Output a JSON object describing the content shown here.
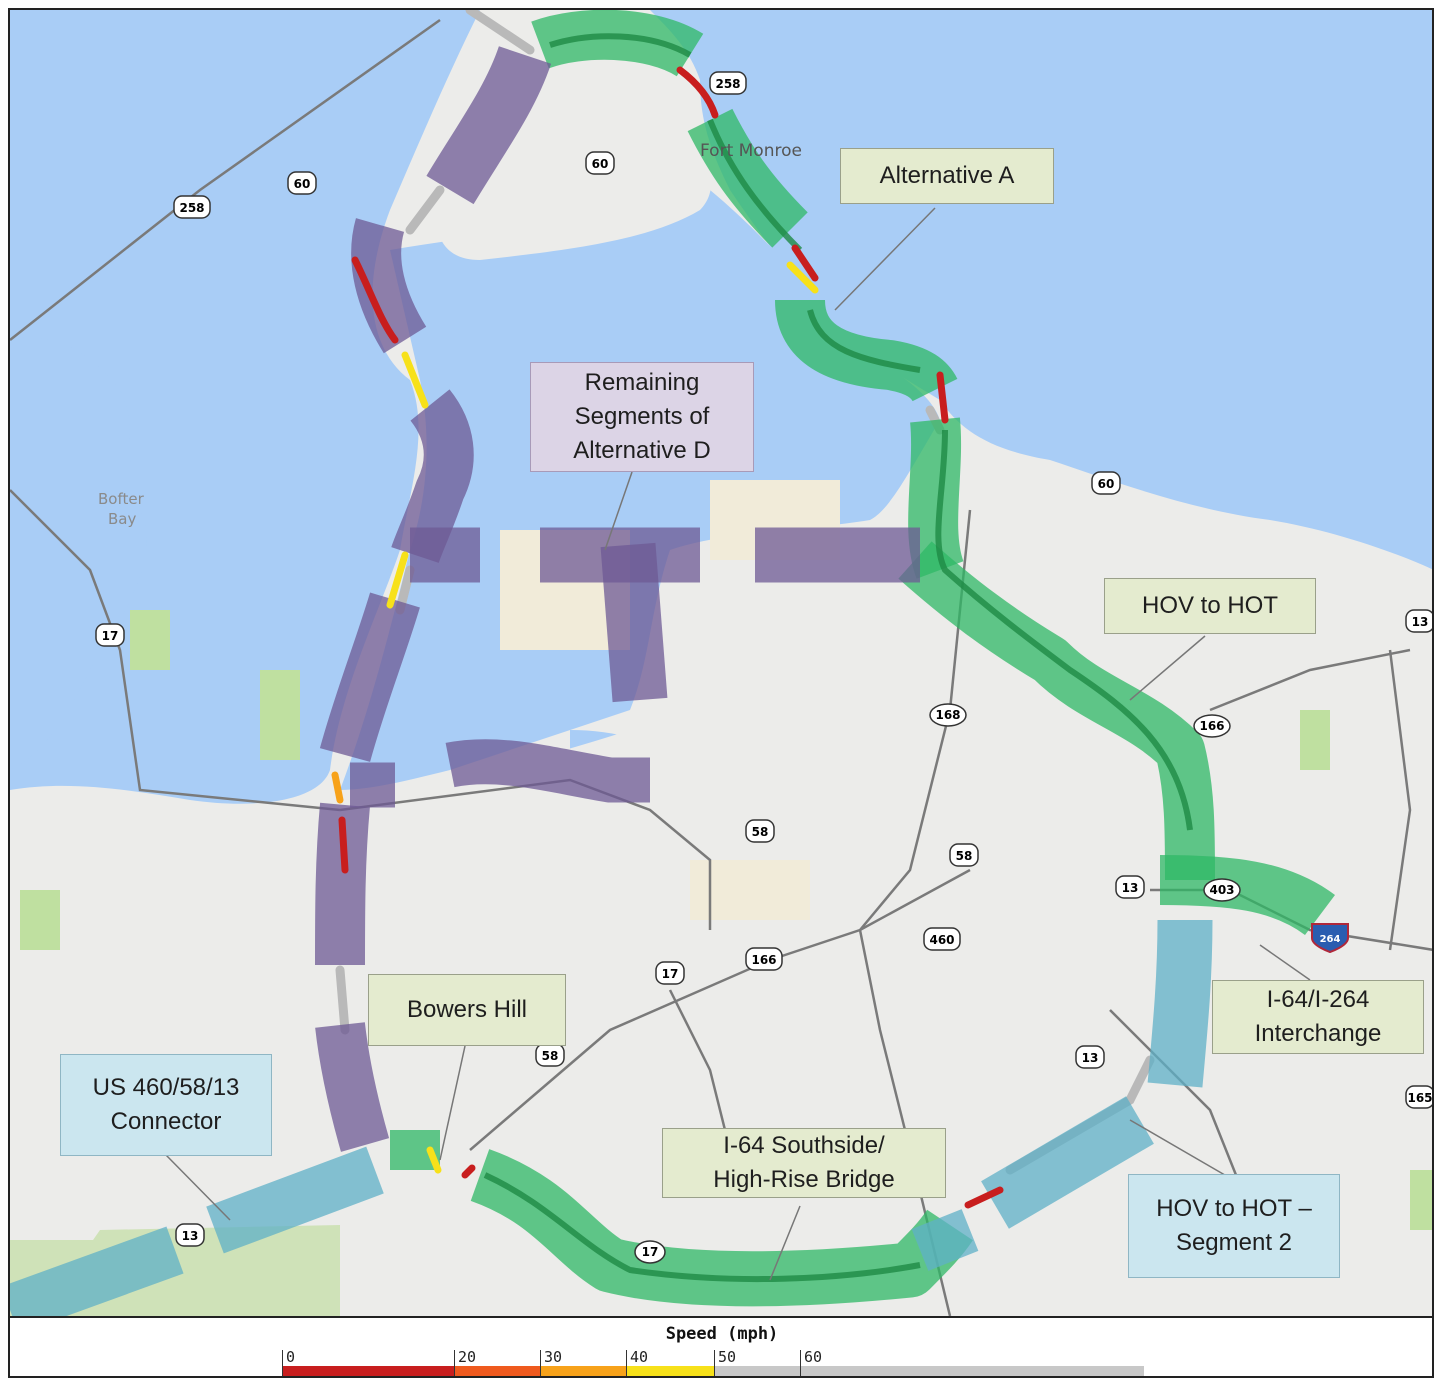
{
  "callouts": {
    "alternative_a": "Alternative A",
    "remaining_d": "Remaining\nSegments of\nAlternative D",
    "hov_to_hot": "HOV to HOT",
    "bowers_hill": "Bowers Hill",
    "us460_connector": "US 460/58/13\nConnector",
    "i64_264": "I-64/I-264\nInterchange",
    "i64_southside": "I-64  Southside/\nHigh-Rise Bridge",
    "hov_hot_seg2": "HOV to HOT –\nSegment 2"
  },
  "places": {
    "fort_monroe": "Fort Monroe",
    "bay_line1": "Bofter",
    "bay_line2": "Bay"
  },
  "shields": {
    "s258_top": "258",
    "s258_left": "258",
    "s60_a": "60",
    "s60_b": "60",
    "s60_east": "60",
    "s17_left": "17",
    "s168": "168",
    "s166": "166",
    "s13_right": "13",
    "s58_mid": "58",
    "s58_right": "58",
    "s13_mid": "13",
    "s403": "403",
    "s460": "460",
    "s17_bottom": "17",
    "s166_low": "166",
    "s58_low": "58",
    "s13_low": "13",
    "s13_sw": "13",
    "s17_south": "17",
    "s165": "165",
    "i264": "264"
  },
  "legend": {
    "title": "Speed (mph)",
    "ticks": [
      "0",
      "20",
      "30",
      "40",
      "50",
      "60"
    ],
    "colors": {
      "0-20": "#c81e1e",
      "20-30": "#ef5a1e",
      "30-40": "#f7a21a",
      "40-50": "#f7e11a",
      "50+": "#c8c8c8"
    }
  },
  "colors": {
    "water": "#a9cdf6",
    "land": "#ededea",
    "green_overlay": "#2fb865",
    "purple_overlay": "#6e5a94",
    "blue_overlay": "#5fb0c7"
  }
}
